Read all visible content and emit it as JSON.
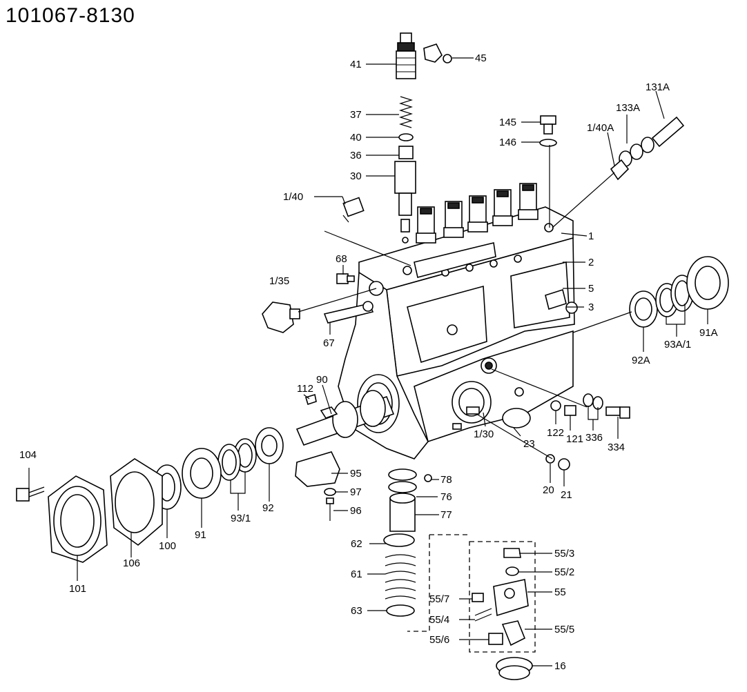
{
  "title": "101067-8130",
  "callouts": [
    "41",
    "45",
    "37",
    "40",
    "36",
    "30",
    "145",
    "146",
    "1/40A",
    "133A",
    "131A",
    "1/40",
    "1",
    "2",
    "5",
    "3",
    "68",
    "1/35",
    "67",
    "91A",
    "93A/1",
    "92A",
    "112",
    "90",
    "122",
    "121",
    "336",
    "334",
    "1/30",
    "23",
    "104",
    "95",
    "78",
    "97",
    "76",
    "96",
    "77",
    "20",
    "21",
    "93/1",
    "92",
    "91",
    "100",
    "106",
    "101",
    "62",
    "61",
    "63",
    "55/3",
    "55/2",
    "55",
    "55/7",
    "55/4",
    "55/5",
    "55/6",
    "16"
  ]
}
